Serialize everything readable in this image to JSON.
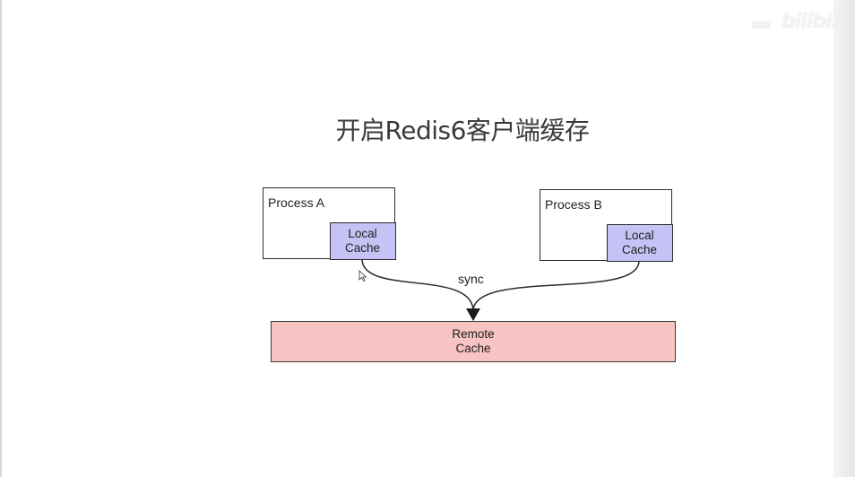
{
  "slide": {
    "title": "开启Redis6客户端缓存"
  },
  "watermark": {
    "text": "bilibili"
  },
  "diagram": {
    "process_a": {
      "label": "Process A",
      "local_cache_line1": "Local",
      "local_cache_line2": "Cache"
    },
    "process_b": {
      "label": "Process B",
      "local_cache_line1": "Local",
      "local_cache_line2": "Cache"
    },
    "sync_label": "sync",
    "remote_cache_line1": "Remote",
    "remote_cache_line2": "Cache",
    "colors": {
      "local_cache_fill": "#c5c3f5",
      "remote_cache_fill": "#f7c3c3",
      "stroke": "#2c2c2c"
    }
  }
}
